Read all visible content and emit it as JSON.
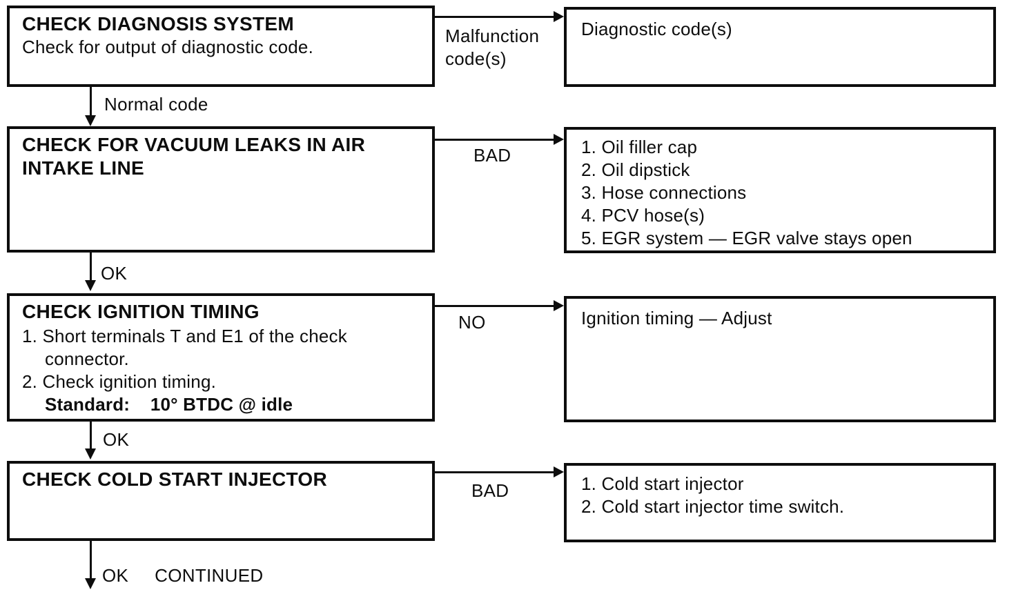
{
  "colors": {
    "ink": "#0d0d0d",
    "paper": "#ffffff"
  },
  "flowchart": {
    "rows": [
      {
        "check": {
          "title_lines": [
            "CHECK DIAGNOSIS SYSTEM"
          ],
          "body": [
            "Check for output of diagnostic code."
          ]
        },
        "branch_label_lines": [
          "Malfunction",
          "code(s)"
        ],
        "action": {
          "lines": [
            "Diagnostic code(s)"
          ]
        },
        "down_label": "Normal code"
      },
      {
        "check": {
          "title_lines": [
            "CHECK FOR VACUUM LEAKS IN AIR",
            "INTAKE LINE"
          ],
          "body": []
        },
        "branch_label_lines": [
          "BAD"
        ],
        "action": {
          "lines": [
            "1. Oil filler cap",
            "2. Oil dipstick",
            "3. Hose connections",
            "4. PCV hose(s)",
            "5. EGR system — EGR valve stays open"
          ]
        },
        "down_label": "OK"
      },
      {
        "check": {
          "title_lines": [
            "CHECK IGNITION TIMING"
          ],
          "body": [
            "1. Short terminals T and E1 of the check",
            "connector.",
            "2. Check ignition timing.",
            "Standard:    10° BTDC @ idle"
          ]
        },
        "branch_label_lines": [
          "NO"
        ],
        "action": {
          "lines": [
            "Ignition timing — Adjust"
          ]
        },
        "down_label": "OK"
      },
      {
        "check": {
          "title_lines": [
            "CHECK COLD START INJECTOR"
          ],
          "body": []
        },
        "branch_label_lines": [
          "BAD"
        ],
        "action": {
          "lines": [
            "1. Cold start injector",
            "2. Cold start injector time switch."
          ]
        },
        "down_label": "OK",
        "down_label_extra": "CONTINUED"
      }
    ]
  }
}
